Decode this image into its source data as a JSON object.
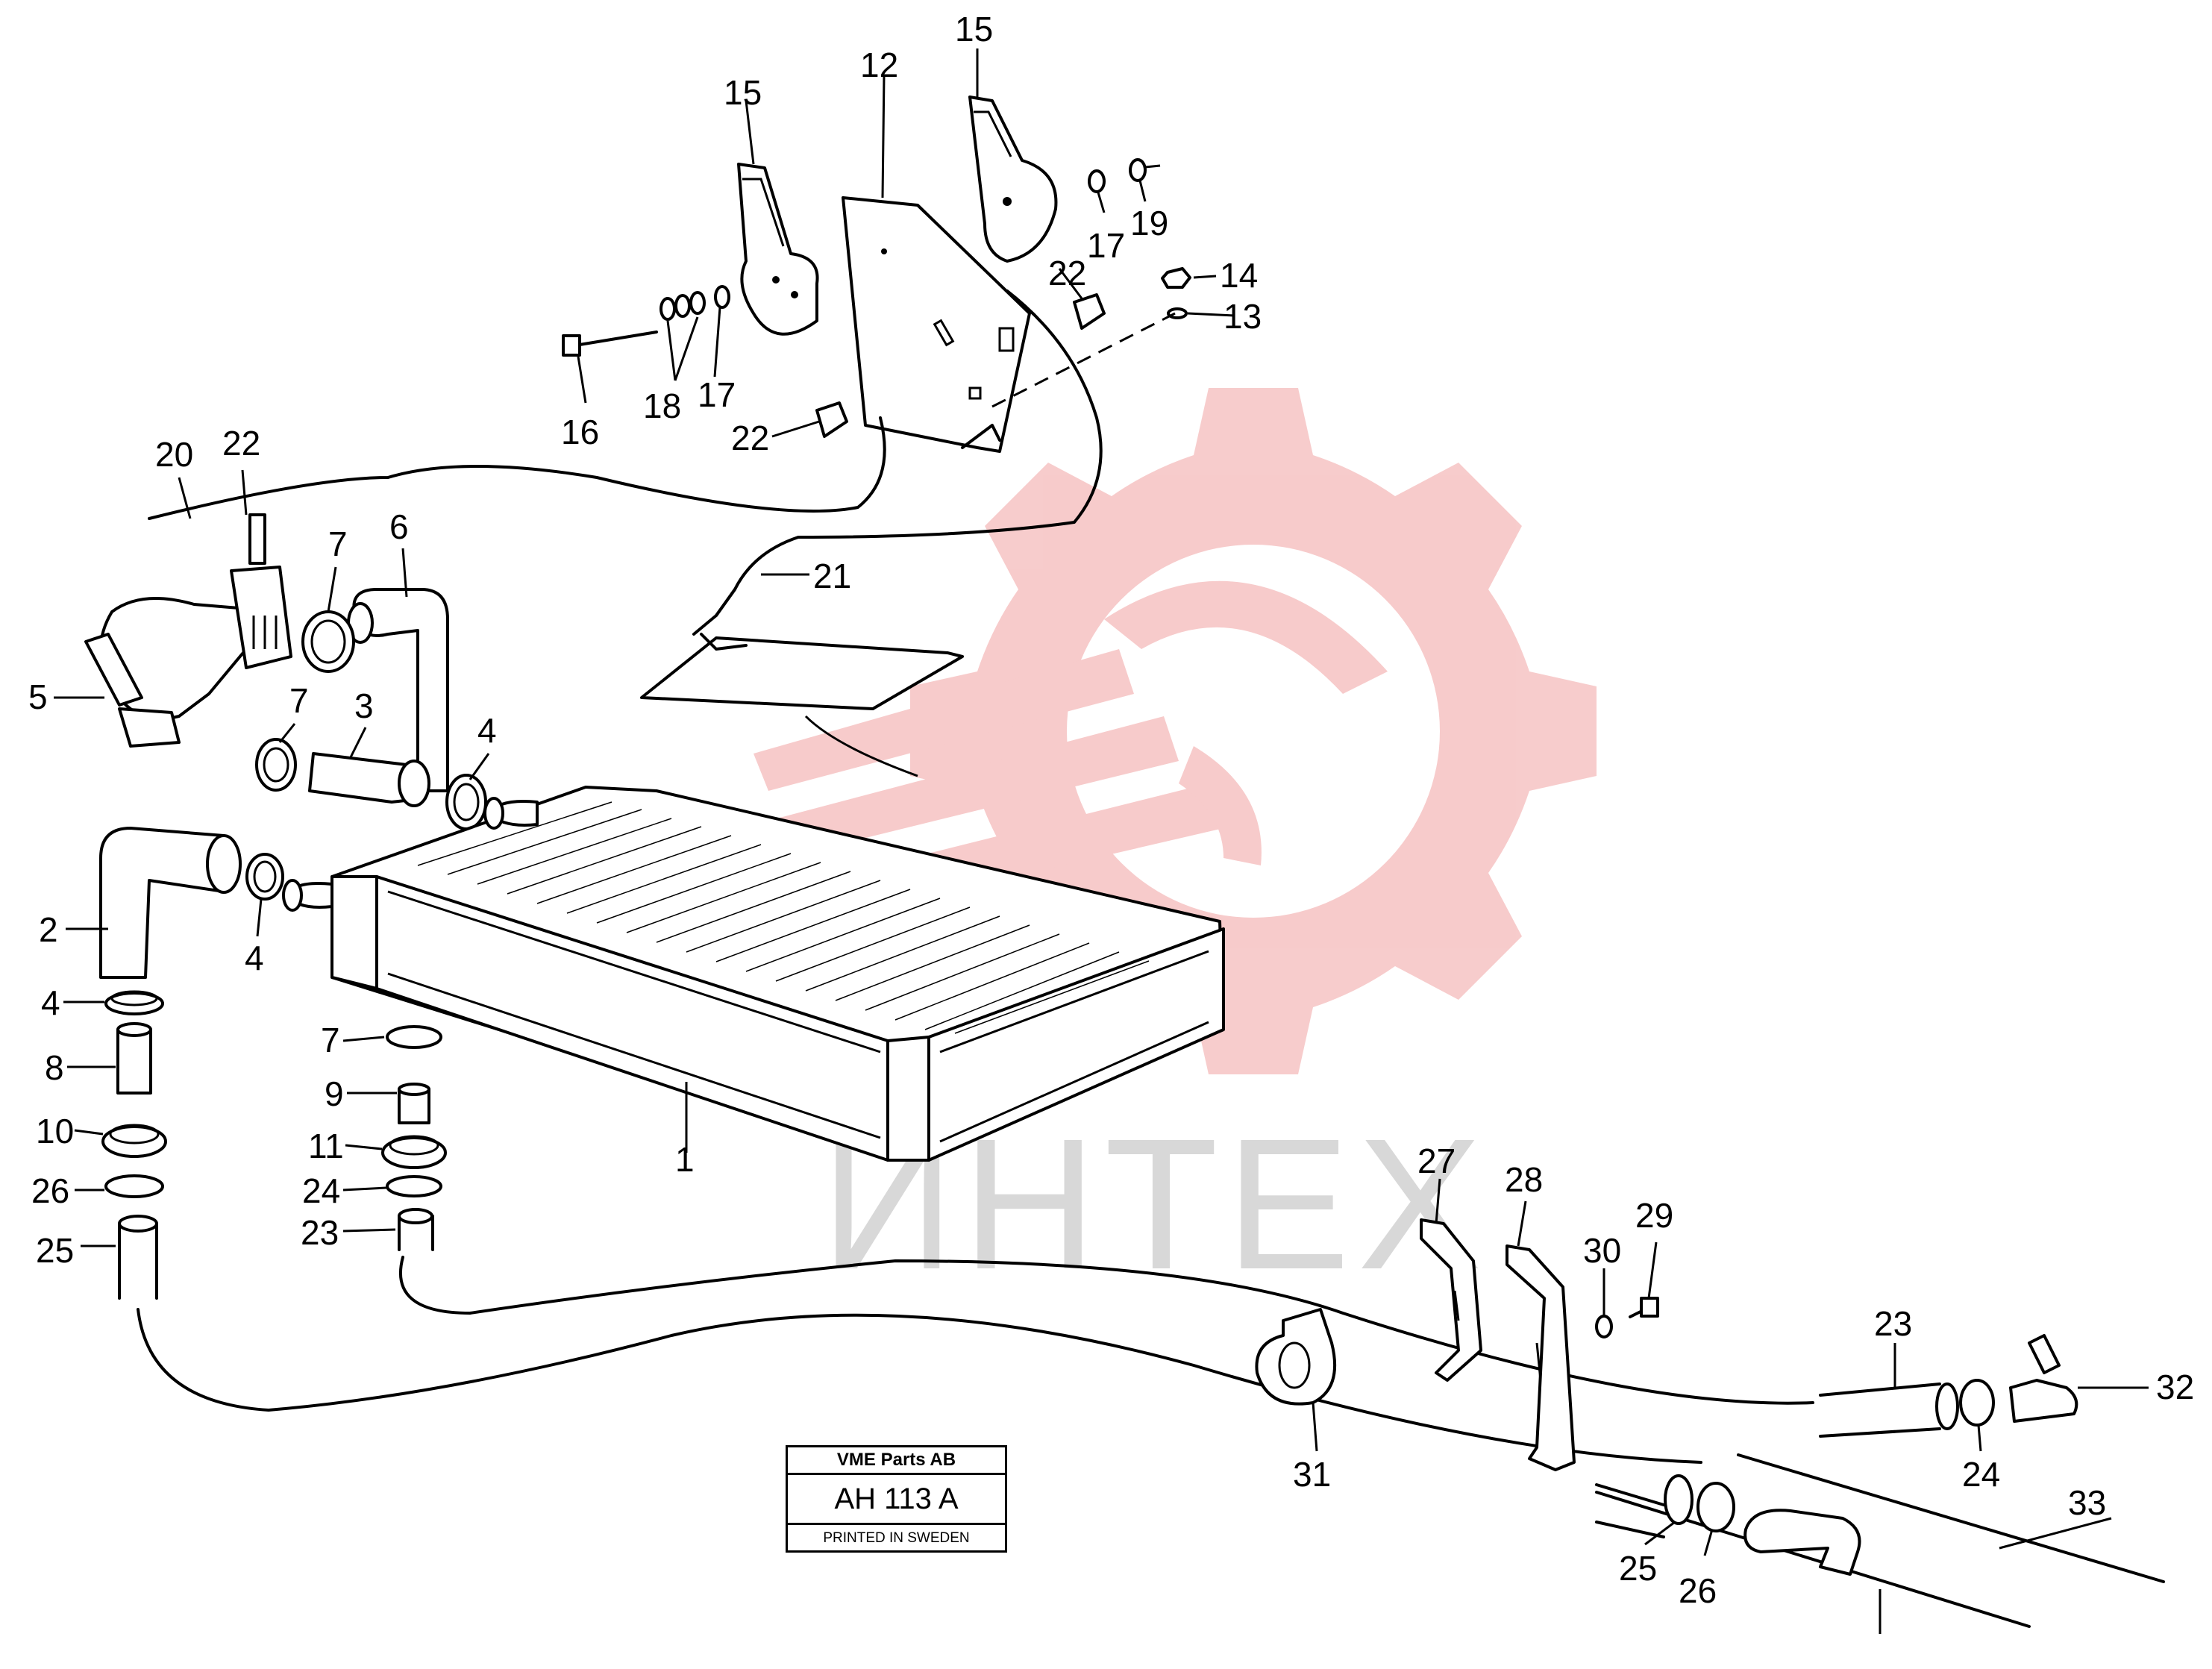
{
  "watermark": {
    "text": "ИНТЕХ",
    "gear_color": "#f7c9c9",
    "text_color": "#d8d8d8"
  },
  "stamp": {
    "company": "VME Parts AB",
    "code": "AH 113 A",
    "printed": "PRINTED IN SWEDEN"
  },
  "callouts": [
    "15",
    "12",
    "15",
    "17",
    "19",
    "22",
    "14",
    "13",
    "16",
    "18",
    "17",
    "22",
    "20",
    "22",
    "7",
    "6",
    "21",
    "5",
    "7",
    "3",
    "4",
    "2",
    "4",
    "4",
    "7",
    "8",
    "9",
    "10",
    "11",
    "26",
    "24",
    "25",
    "23",
    "1",
    "27",
    "28",
    "29",
    "30",
    "23",
    "32",
    "31",
    "24",
    "33",
    "25",
    "26"
  ]
}
